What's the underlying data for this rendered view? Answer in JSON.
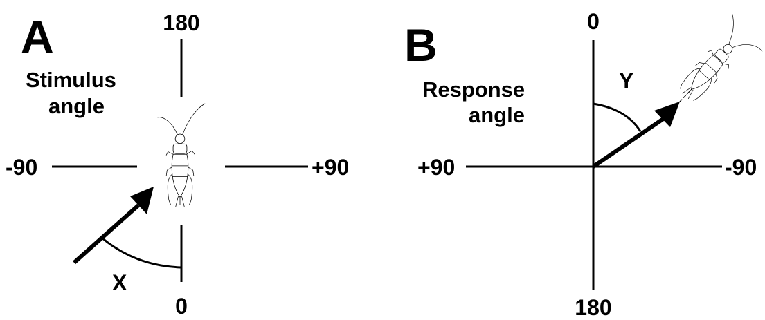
{
  "panel_a": {
    "letter": "A",
    "caption_line1": "Stimulus",
    "caption_line2": "angle",
    "label_top": "180",
    "label_bottom": "0",
    "label_left": "-90",
    "label_right": "+90",
    "angle_label": "X"
  },
  "panel_b": {
    "letter": "B",
    "caption_line1": "Response",
    "caption_line2": "angle",
    "label_top": "0",
    "label_bottom": "180",
    "label_left": "+90",
    "label_right": "-90",
    "angle_label": "Y"
  },
  "icons": [
    "cricket-icon",
    "arrow-icon"
  ]
}
